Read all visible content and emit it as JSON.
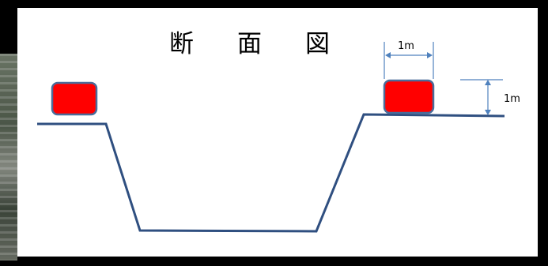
{
  "diagram": {
    "title_chars": [
      "断",
      "面",
      "図"
    ],
    "width_label": "1m",
    "height_label": "1m",
    "colors": {
      "block_fill": "#ff0000",
      "block_stroke": "#4a6c9a",
      "profile_line": "#2f4f80",
      "dimension_line": "#4f81bd",
      "background": "#ffffff",
      "frame": "#000000"
    }
  }
}
